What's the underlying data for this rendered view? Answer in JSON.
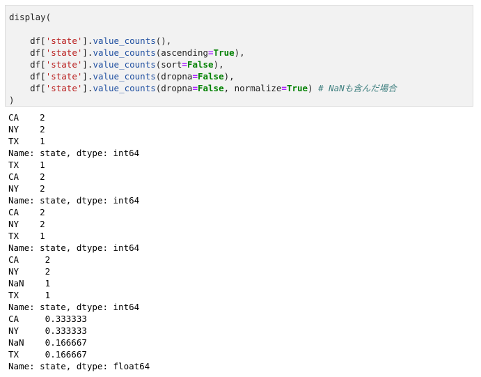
{
  "code": [
    [
      {
        "t": "display(",
        "c": ""
      }
    ],
    [],
    [
      {
        "t": "    df[",
        "c": ""
      },
      {
        "t": "'state'",
        "c": "s"
      },
      {
        "t": "].",
        "c": ""
      },
      {
        "t": "value_counts",
        "c": "f"
      },
      {
        "t": "(),",
        "c": ""
      }
    ],
    [
      {
        "t": "    df[",
        "c": ""
      },
      {
        "t": "'state'",
        "c": "s"
      },
      {
        "t": "].",
        "c": ""
      },
      {
        "t": "value_counts",
        "c": "f"
      },
      {
        "t": "(ascending",
        "c": ""
      },
      {
        "t": "=",
        "c": "o"
      },
      {
        "t": "True",
        "c": "k"
      },
      {
        "t": "),",
        "c": ""
      }
    ],
    [
      {
        "t": "    df[",
        "c": ""
      },
      {
        "t": "'state'",
        "c": "s"
      },
      {
        "t": "].",
        "c": ""
      },
      {
        "t": "value_counts",
        "c": "f"
      },
      {
        "t": "(sort",
        "c": ""
      },
      {
        "t": "=",
        "c": "o"
      },
      {
        "t": "False",
        "c": "k"
      },
      {
        "t": "),",
        "c": ""
      }
    ],
    [
      {
        "t": "    df[",
        "c": ""
      },
      {
        "t": "'state'",
        "c": "s"
      },
      {
        "t": "].",
        "c": ""
      },
      {
        "t": "value_counts",
        "c": "f"
      },
      {
        "t": "(dropna",
        "c": ""
      },
      {
        "t": "=",
        "c": "o"
      },
      {
        "t": "False",
        "c": "k"
      },
      {
        "t": "),",
        "c": ""
      }
    ],
    [
      {
        "t": "    df[",
        "c": ""
      },
      {
        "t": "'state'",
        "c": "s"
      },
      {
        "t": "].",
        "c": ""
      },
      {
        "t": "value_counts",
        "c": "f"
      },
      {
        "t": "(dropna",
        "c": ""
      },
      {
        "t": "=",
        "c": "o"
      },
      {
        "t": "False",
        "c": "k"
      },
      {
        "t": ", normalize",
        "c": ""
      },
      {
        "t": "=",
        "c": "o"
      },
      {
        "t": "True",
        "c": "k"
      },
      {
        "t": ") ",
        "c": ""
      },
      {
        "t": "# NaNも含んだ場合",
        "c": "c"
      }
    ],
    [
      {
        "t": ")",
        "c": ""
      }
    ]
  ],
  "output": [
    "CA    2",
    "NY    2",
    "TX    1",
    "Name: state, dtype: int64",
    "TX    1",
    "CA    2",
    "NY    2",
    "Name: state, dtype: int64",
    "CA    2",
    "NY    2",
    "TX    1",
    "Name: state, dtype: int64",
    "CA     2",
    "NY     2",
    "NaN    1",
    "TX     1",
    "Name: state, dtype: int64",
    "CA     0.333333",
    "NY     0.333333",
    "NaN    0.166667",
    "TX     0.166667",
    "Name: state, dtype: float64"
  ]
}
